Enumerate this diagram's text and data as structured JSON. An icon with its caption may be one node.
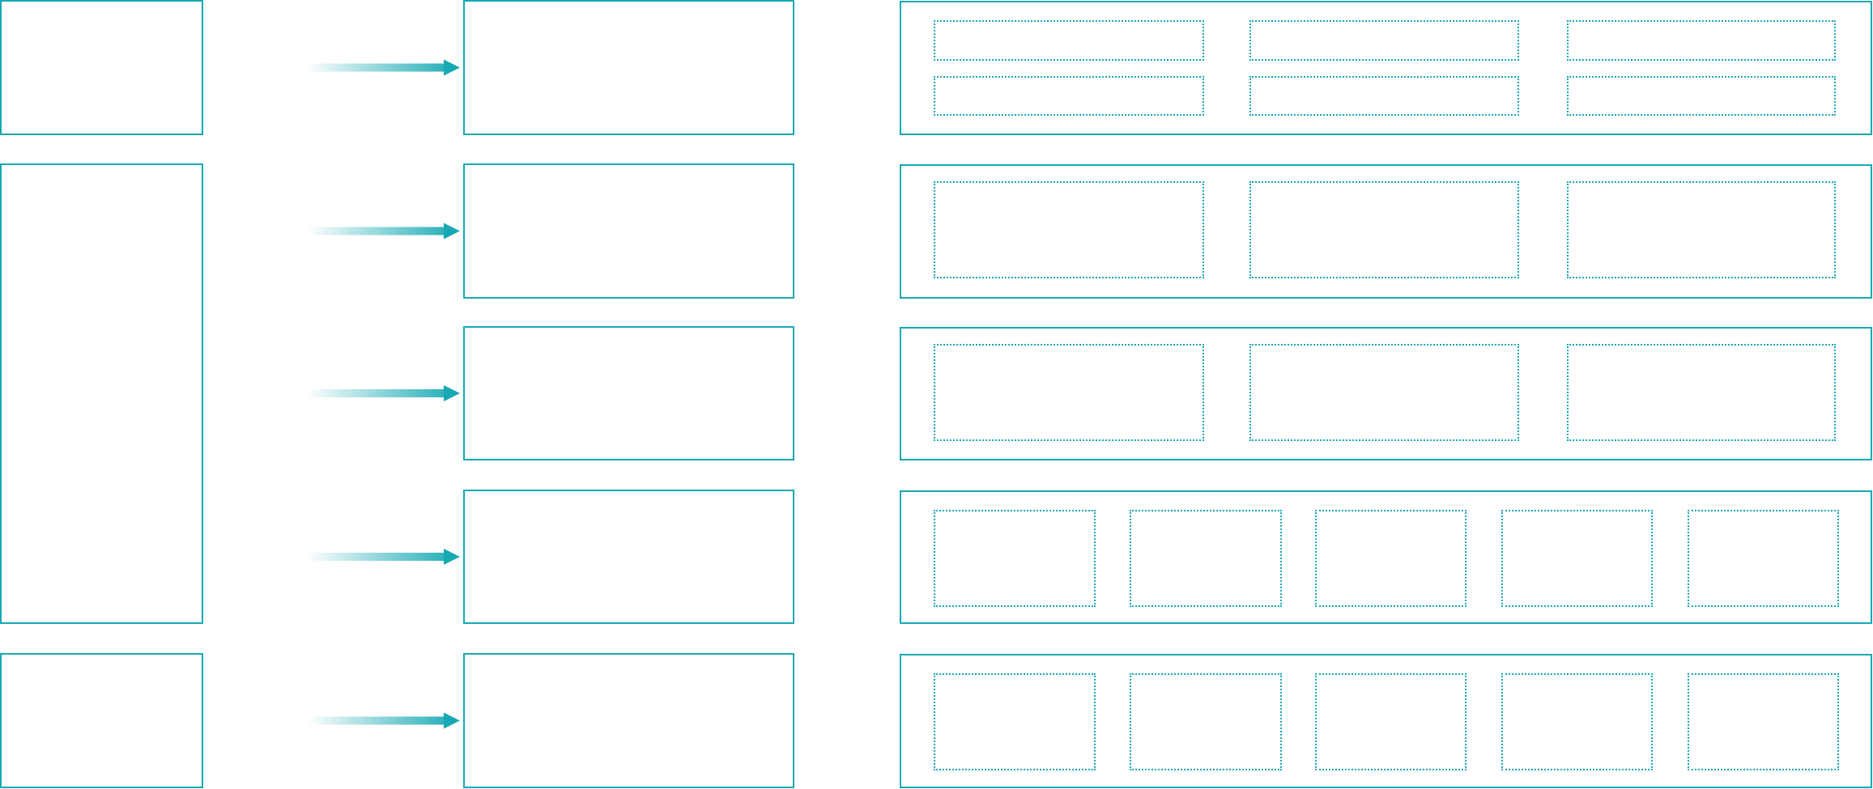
{
  "diagram": {
    "nodes": [
      {
        "text": [],
        "shape": "box"
      },
      {
        "text": [],
        "shape": "box"
      },
      {
        "text": [],
        "shape": "box"
      },
      {
        "text": [],
        "shape": "box",
        "in": 2
      },
      {
        "text": [],
        "shape": "box",
        "in": 2
      },
      {
        "text": [],
        "shape": "box",
        "in": 2
      },
      {
        "text": [],
        "shape": "box",
        "in": 2
      },
      {
        "text": [],
        "shape": "box",
        "in": 2
      },
      {
        "text": [],
        "shape": "box",
        "in": 2
      },
      {
        "text": [],
        "shape": "box"
      },
      {
        "text": [],
        "shape": "box"
      },
      {
        "text": [],
        "shape": "box"
      },
      {
        "text": [],
        "shape": "box",
        "in": 11
      },
      {
        "text": [],
        "shape": "box",
        "in": 11
      },
      {
        "text": [],
        "shape": "box",
        "in": 11
      },
      {
        "text": [],
        "shape": "box"
      },
      {
        "text": [],
        "shape": "box"
      },
      {
        "text": [],
        "shape": "box",
        "in": 16
      },
      {
        "text": [],
        "shape": "box",
        "in": 16
      },
      {
        "text": [],
        "shape": "box",
        "in": 16
      },
      {
        "text": [],
        "shape": "box"
      },
      {
        "text": [],
        "shape": "box"
      },
      {
        "text": [],
        "shape": "box",
        "in": 21
      },
      {
        "text": [],
        "shape": "box",
        "in": 21
      },
      {
        "text": [],
        "shape": "box",
        "in": 21
      },
      {
        "text": [],
        "shape": "box",
        "in": 21
      },
      {
        "text": [],
        "shape": "box",
        "in": 21
      },
      {
        "text": [],
        "shape": "box"
      },
      {
        "text": [],
        "shape": "box"
      },
      {
        "text": [],
        "shape": "box"
      },
      {
        "text": [],
        "shape": "box",
        "in": 29
      },
      {
        "text": [],
        "shape": "box",
        "in": 29
      },
      {
        "text": [],
        "shape": "box",
        "in": 29
      },
      {
        "text": [],
        "shape": "box",
        "in": 29
      },
      {
        "text": [],
        "shape": "box",
        "in": 29
      }
    ],
    "edges": [
      {
        "from": 0,
        "to": 1,
        "arrow": "to"
      },
      {
        "from": 9,
        "to": 10,
        "arrow": "to"
      },
      {
        "from": 9,
        "to": 15,
        "arrow": "to"
      },
      {
        "from": 9,
        "to": 20,
        "arrow": "to"
      },
      {
        "from": 27,
        "to": 28,
        "arrow": "to"
      }
    ]
  }
}
